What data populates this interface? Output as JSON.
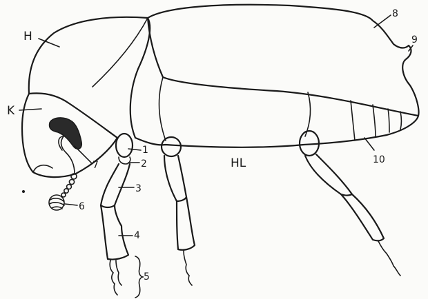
{
  "labels": {
    "H": "H",
    "K": "K",
    "HL": "HL",
    "n1": "1",
    "n2": "2",
    "n3": "3",
    "n4": "4",
    "n5": "5",
    "n6": "6",
    "n7": "7",
    "n8": "8",
    "n9": "9",
    "n10": "10"
  }
}
